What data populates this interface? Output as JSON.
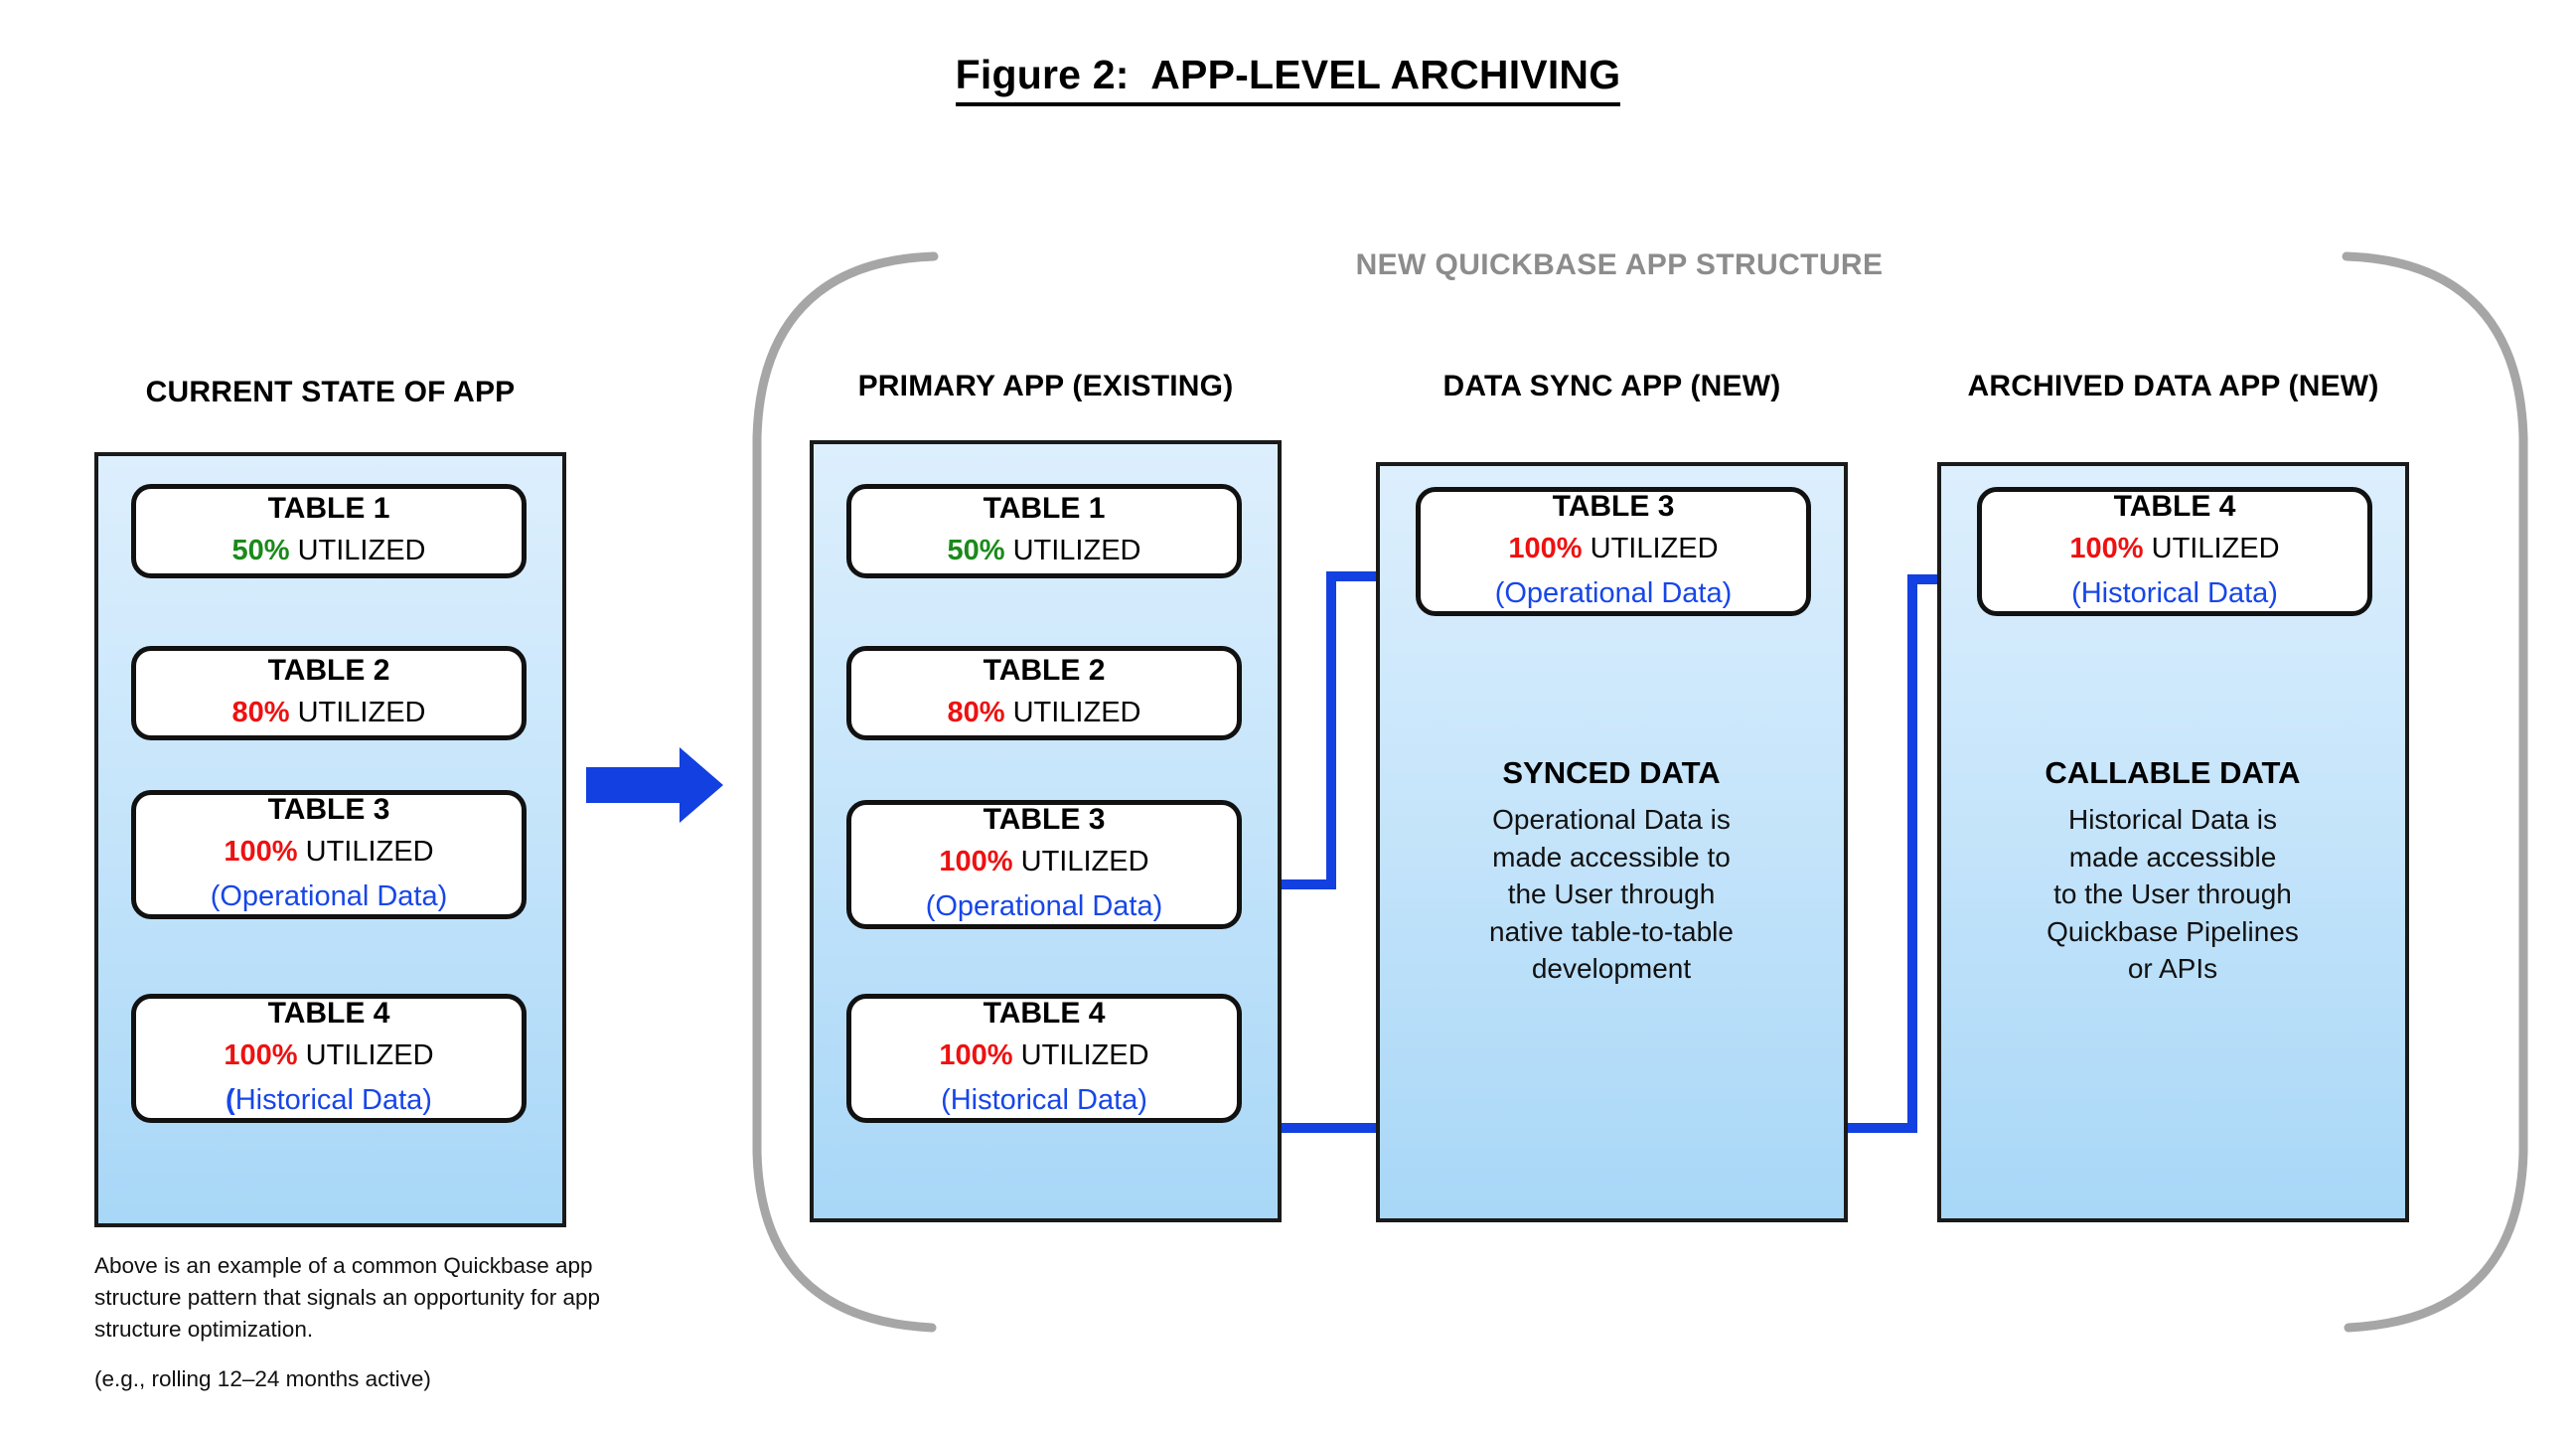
{
  "figure": {
    "title": "Figure 2:  APP-LEVEL ARCHIVING"
  },
  "group": {
    "label": "NEW QUICKBASE APP STRUCTURE",
    "bracket_color": "#a6a6a6"
  },
  "colors": {
    "green": "#1a8a1a",
    "red": "#ee1111",
    "blue": "#1746e8",
    "arrow_blue": "#1340e0",
    "panel_border": "#1a1a1a",
    "card_border": "#111111",
    "gray_label": "#8c8c8c"
  },
  "columns": [
    {
      "id": "current",
      "heading": "CURRENT STATE OF APP",
      "cards": [
        {
          "title": "TABLE 1",
          "pct": "50%",
          "pct_state": "green",
          "util": " UTILIZED",
          "note": null
        },
        {
          "title": "TABLE 2",
          "pct": "80%",
          "pct_state": "red",
          "util": " UTILIZED",
          "note": null
        },
        {
          "title": "TABLE 3",
          "pct": "100%",
          "pct_state": "red",
          "util": " UTILIZED",
          "note": "(Operational Data)"
        },
        {
          "title": "TABLE 4",
          "pct": "100%",
          "pct_state": "red",
          "util": " UTILIZED",
          "note_lead": "(",
          "note_rest": "Historical Data)"
        }
      ]
    },
    {
      "id": "primary",
      "heading": "PRIMARY APP (EXISTING)",
      "cards": [
        {
          "title": "TABLE 1",
          "pct": "50%",
          "pct_state": "green",
          "util": " UTILIZED",
          "note": null
        },
        {
          "title": "TABLE 2",
          "pct": "80%",
          "pct_state": "red",
          "util": " UTILIZED",
          "note": null
        },
        {
          "title": "TABLE 3",
          "pct": "100%",
          "pct_state": "red",
          "util": " UTILIZED",
          "note": "(Operational Data)"
        },
        {
          "title": "TABLE 4",
          "pct": "100%",
          "pct_state": "red",
          "util": " UTILIZED",
          "note": "(Historical Data)"
        }
      ]
    },
    {
      "id": "sync",
      "heading": "DATA SYNC APP (NEW)",
      "cards": [
        {
          "title": "TABLE 3",
          "pct": "100%",
          "pct_state": "red",
          "util": " UTILIZED",
          "note": "(Operational Data)"
        }
      ],
      "body": {
        "title": "SYNCED DATA",
        "text": "Operational Data is\nmade accessible to\nthe User through\nnative table-to-table\ndevelopment"
      }
    },
    {
      "id": "archive",
      "heading": "ARCHIVED DATA APP (NEW)",
      "cards": [
        {
          "title": "TABLE 4",
          "pct": "100%",
          "pct_state": "red",
          "util": " UTILIZED",
          "note": "(Historical Data)"
        }
      ],
      "body": {
        "title": "CALLABLE DATA",
        "text": "Historical Data is\nmade  accessible\nto the User through\nQuickbase Pipelines\nor APIs"
      }
    }
  ],
  "caption": {
    "line1": "Above is an example of a common Quickbase app structure pattern that  signals an opportunity for app structure optimization.",
    "line2": "(e.g., rolling 12–24 months active)"
  }
}
